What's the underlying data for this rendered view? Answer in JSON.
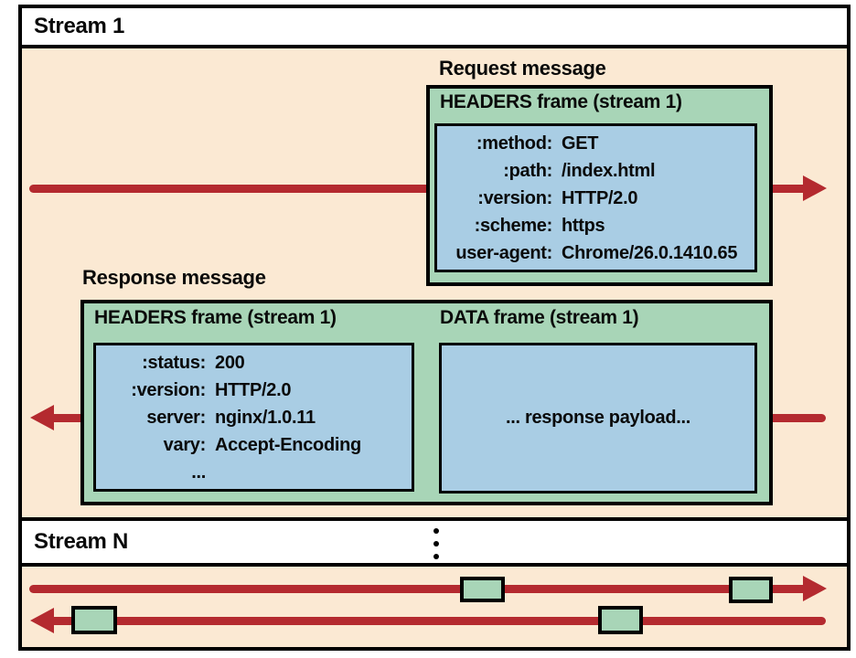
{
  "colors": {
    "panel_fill": "#fbe9d3",
    "frame_fill": "#a8d5b7",
    "field_fill": "#a9cde4",
    "arrow_red": "#b42a2f",
    "border": "#000000"
  },
  "stream1": {
    "label": "Stream 1",
    "request": {
      "message_label": "Request message",
      "frame_title": "HEADERS frame (stream 1)",
      "headers": [
        {
          "key": ":method:",
          "value": "GET"
        },
        {
          "key": ":path:",
          "value": "/index.html"
        },
        {
          "key": ":version:",
          "value": "HTTP/2.0"
        },
        {
          "key": ":scheme:",
          "value": "https"
        },
        {
          "key": "user-agent:",
          "value": "Chrome/26.0.1410.65"
        }
      ]
    },
    "response": {
      "message_label": "Response message",
      "headers_frame_title": "HEADERS frame (stream 1)",
      "data_frame_title": "DATA frame (stream 1)",
      "headers": [
        {
          "key": ":status:",
          "value": "200"
        },
        {
          "key": ":version:",
          "value": "HTTP/2.0"
        },
        {
          "key": "server:",
          "value": "nginx/1.0.11"
        },
        {
          "key": "vary:",
          "value": "Accept-Encoding"
        },
        {
          "key": "...",
          "value": ""
        }
      ],
      "data_payload": "... response payload..."
    }
  },
  "streamN": {
    "label": "Stream N"
  }
}
